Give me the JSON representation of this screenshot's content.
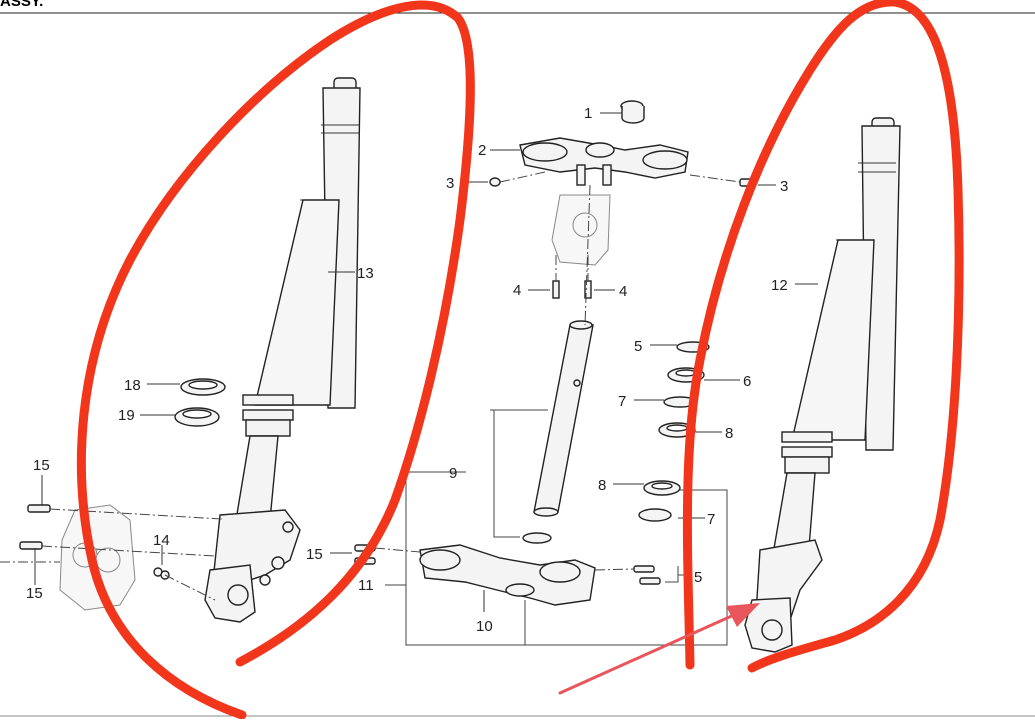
{
  "header": {
    "title": "ASSY."
  },
  "callouts": {
    "c1": "1",
    "c2": "2",
    "c3a": "3",
    "c3b": "3",
    "c4a": "4",
    "c4b": "4",
    "c5a": "5",
    "c5b": "5",
    "c6": "6",
    "c7a": "7",
    "c7b": "7",
    "c8a": "8",
    "c8b": "8",
    "c9": "9",
    "c10": "10",
    "c11": "11",
    "c12": "12",
    "c13": "13",
    "c14": "14",
    "c15a": "15",
    "c15b": "15",
    "c15c": "15",
    "c18": "18",
    "c19": "19"
  },
  "annotation_colors": {
    "circle": "#f2361c",
    "arrow": "#e8555a"
  }
}
